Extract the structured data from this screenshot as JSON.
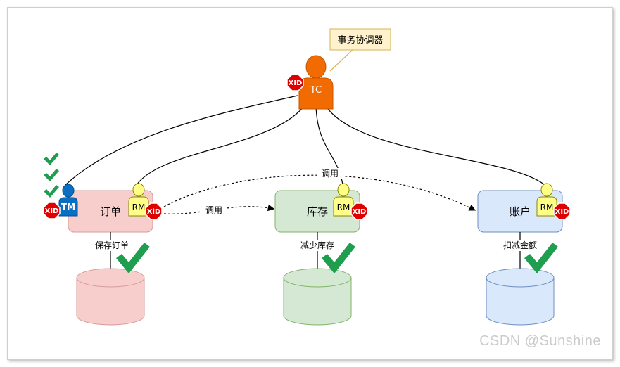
{
  "coordinator": {
    "callout": "事务协调器",
    "label": "TC",
    "badge": "XID",
    "color": "#f26b00"
  },
  "services": [
    {
      "name": "订单",
      "role": "RM",
      "badge": "XiD",
      "action": "保存订单",
      "fill": "#f8cecc",
      "stroke": "#d79b9b"
    },
    {
      "name": "库存",
      "role": "RM",
      "badge": "XID",
      "action": "减少库存",
      "fill": "#d5e8d4",
      "stroke": "#82b366"
    },
    {
      "name": "账户",
      "role": "RM",
      "badge": "XID",
      "action": "扣减金额",
      "fill": "#dae8fc",
      "stroke": "#6c8ebf"
    }
  ],
  "tm": {
    "label": "TM",
    "badge": "XID",
    "color": "#0a6fc2"
  },
  "calls": {
    "order_to_stock": "调用",
    "order_to_account": "调用"
  },
  "watermark": "CSDN @Sunshine"
}
